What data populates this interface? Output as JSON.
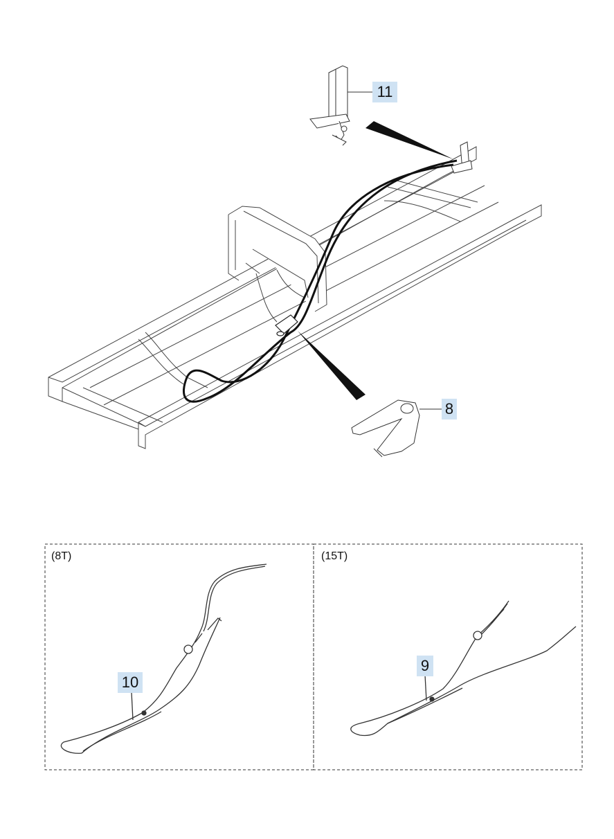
{
  "callouts": {
    "c11": "11",
    "c8": "8",
    "c10": "10",
    "c9": "9"
  },
  "panels": {
    "left_label": "(8T)",
    "right_label": "(15T)"
  },
  "colors": {
    "callout_bg": "#cfe2f3",
    "line": "#222222"
  }
}
